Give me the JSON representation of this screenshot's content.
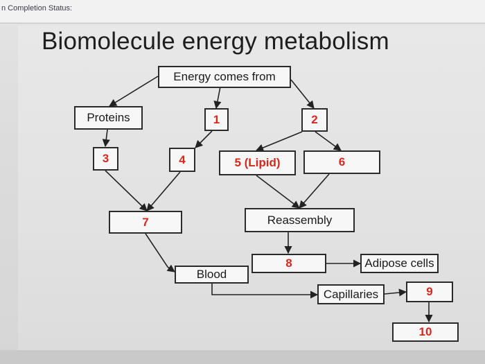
{
  "header": {
    "status_label": "n Completion Status:"
  },
  "slide": {
    "title": "Biomolecule energy metabolism"
  },
  "nodes": {
    "energy": "Energy comes from",
    "proteins": "Proteins",
    "n1": "1",
    "n2": "2",
    "n3": "3",
    "n4": "4",
    "n5": "5 (Lipid)",
    "n6": "6",
    "n7": "7",
    "reassembly": "Reassembly",
    "n8": "8",
    "adipose": "Adipose cells",
    "blood": "Blood",
    "capillaries": "Capillaries",
    "n9": "9",
    "n10": "10"
  },
  "colors": {
    "answer_red": "#d6281e",
    "box_border": "#2a2a2a"
  }
}
